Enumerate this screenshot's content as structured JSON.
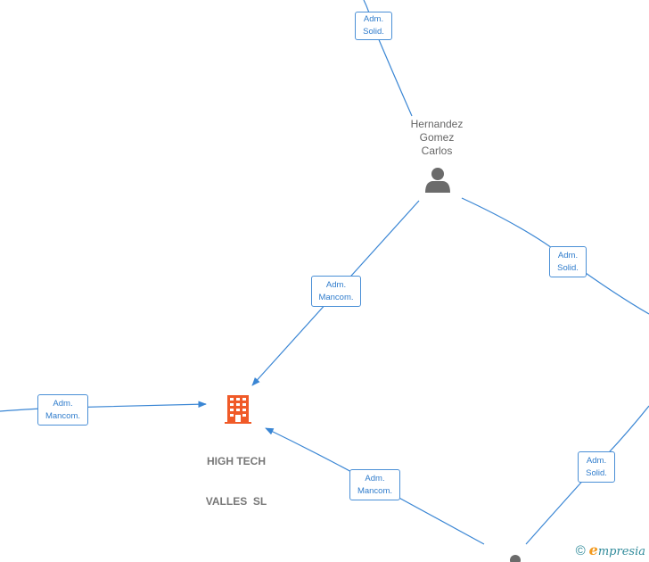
{
  "nodes": {
    "person_top": {
      "name_lines": [
        "Hernandez",
        "Gomez",
        "Carlos"
      ]
    },
    "company": {
      "name_lines": [
        "HIGH TECH",
        "VALLES  SL"
      ]
    }
  },
  "edges": [
    {
      "line1": "Adm.",
      "line2": "Solid."
    },
    {
      "line1": "Adm.",
      "line2": "Mancom."
    },
    {
      "line1": "Adm.",
      "line2": "Solid."
    },
    {
      "line1": "Adm.",
      "line2": "Mancom."
    },
    {
      "line1": "Adm.",
      "line2": "Mancom."
    },
    {
      "line1": "Adm.",
      "line2": "Solid."
    }
  ],
  "watermark": {
    "copyright": "©",
    "brand_initial": "e",
    "brand_rest": "mpresia"
  },
  "colors": {
    "edge": "#3a86d4",
    "company_icon": "#f05a28",
    "person_icon": "#6b6b6b"
  },
  "icons": {
    "person": "person-icon",
    "company": "building-icon"
  }
}
